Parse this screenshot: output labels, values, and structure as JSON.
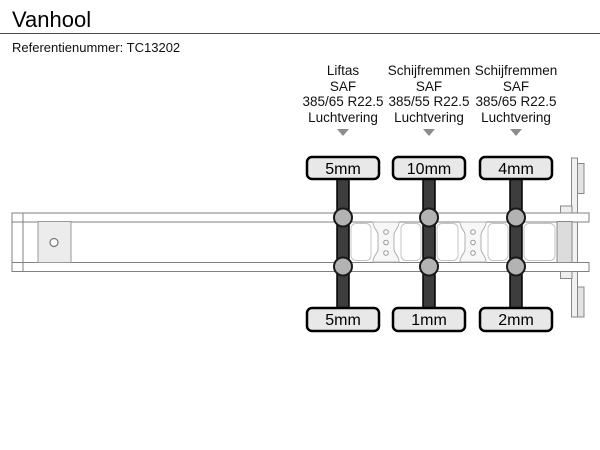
{
  "header": {
    "title": "Vanhool",
    "reference_label": "Referentienummer:",
    "reference_value": "TC13202"
  },
  "axles": [
    {
      "type": "Liftas",
      "brand": "SAF",
      "tire_size": "385/65 R22.5",
      "suspension": "Luchtvering",
      "tread_top": "5mm",
      "tread_bottom": "5mm"
    },
    {
      "type": "Schijfremmen",
      "brand": "SAF",
      "tire_size": "385/55 R22.5",
      "suspension": "Luchtvering",
      "tread_top": "10mm",
      "tread_bottom": "1mm"
    },
    {
      "type": "Schijfremmen",
      "brand": "SAF",
      "tire_size": "385/65 R22.5",
      "suspension": "Luchtvering",
      "tread_top": "4mm",
      "tread_bottom": "2mm"
    }
  ],
  "colors": {
    "axle_bar": "#3d3d3d",
    "suspension_circle": "#b3b3b3",
    "tread_label_fill": "#e8e8e8",
    "tread_label_border": "#000000",
    "chassis_outline": "#808080",
    "kingpin_plate_fill": "#ececec",
    "dropdown_arrow": "#8c8c8c"
  }
}
